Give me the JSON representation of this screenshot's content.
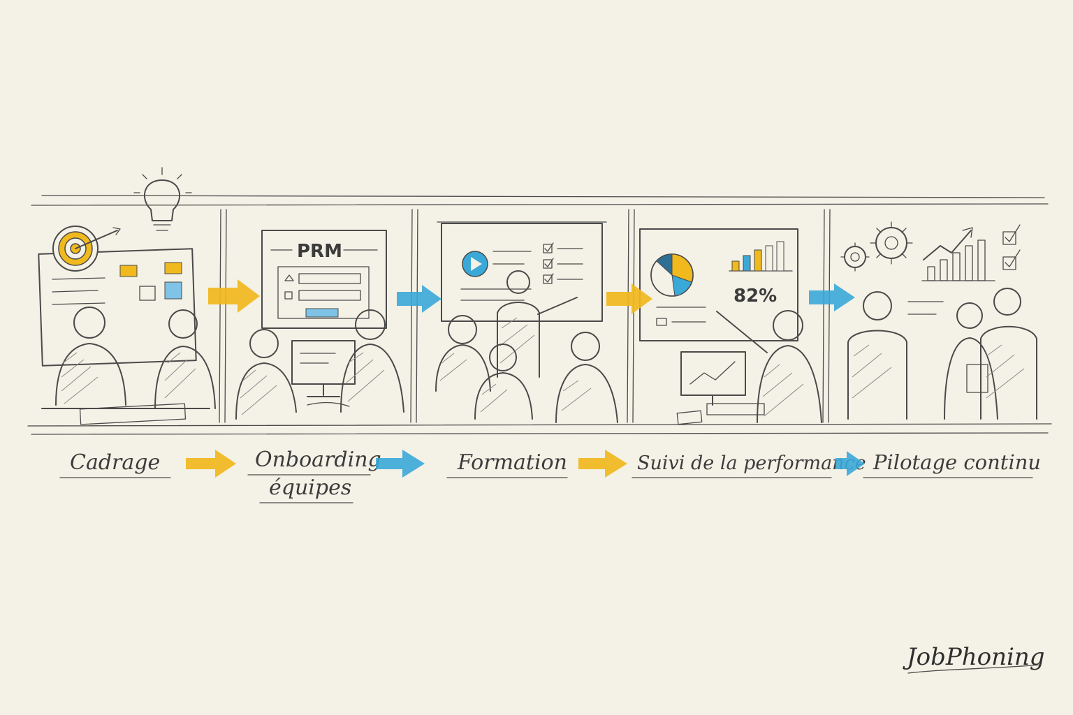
{
  "colors": {
    "paper": "#f4f1e6",
    "ink": "#4a4a4a",
    "accent_yellow": "#f0b91e",
    "accent_blue": "#3aa9d8"
  },
  "panels": [
    {
      "screen_text": ""
    },
    {
      "screen_text": "PRM"
    },
    {
      "screen_text": ""
    },
    {
      "screen_text": "82%"
    },
    {
      "screen_text": ""
    }
  ],
  "steps": [
    {
      "lines": [
        "Cadrage"
      ]
    },
    {
      "lines": [
        "Onboarding",
        "équipes"
      ]
    },
    {
      "lines": [
        "Formation"
      ]
    },
    {
      "lines": [
        "Suivi de la performance"
      ]
    },
    {
      "lines": [
        "Pilotage continu"
      ]
    }
  ],
  "arrows": [
    {
      "color": "accent_yellow"
    },
    {
      "color": "accent_blue"
    },
    {
      "color": "accent_yellow"
    },
    {
      "color": "accent_blue"
    }
  ],
  "brand": {
    "name": "JobPhoning"
  },
  "icons": [
    "target-icon",
    "lightbulb-icon",
    "play-icon",
    "checklist-icon",
    "pie-chart-icon",
    "bar-chart-icon",
    "gear-icon",
    "trend-arrow-icon",
    "monitor-icon"
  ]
}
